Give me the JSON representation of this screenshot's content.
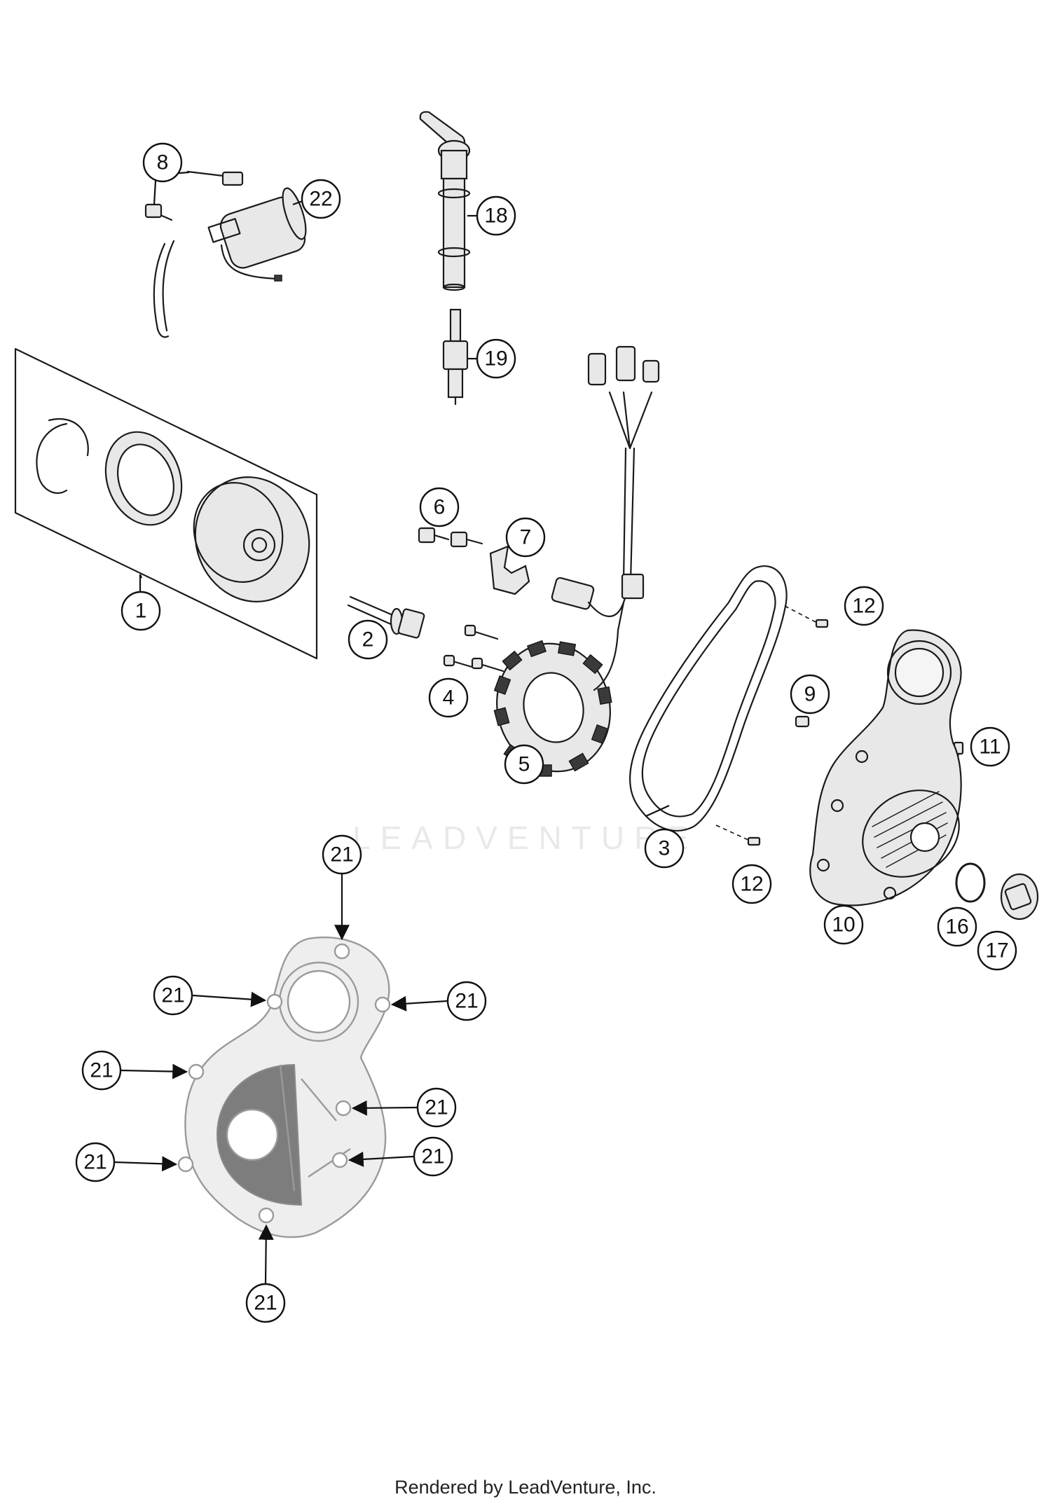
{
  "watermark": "LEADVENTURE",
  "footer": "Rendered by LeadVenture, Inc.",
  "colors": {
    "line": "#1a1a1a",
    "ghost": "#9a9a9a",
    "background": "#ffffff"
  },
  "callouts": [
    {
      "id": "c1",
      "label": "1"
    },
    {
      "id": "c2",
      "label": "2"
    },
    {
      "id": "c3",
      "label": "3"
    },
    {
      "id": "c4",
      "label": "4"
    },
    {
      "id": "c5",
      "label": "5"
    },
    {
      "id": "c6",
      "label": "6"
    },
    {
      "id": "c7",
      "label": "7"
    },
    {
      "id": "c8",
      "label": "8"
    },
    {
      "id": "c9",
      "label": "9"
    },
    {
      "id": "c10",
      "label": "10"
    },
    {
      "id": "c11",
      "label": "11"
    },
    {
      "id": "c12a",
      "label": "12"
    },
    {
      "id": "c12b",
      "label": "12"
    },
    {
      "id": "c16",
      "label": "16"
    },
    {
      "id": "c17",
      "label": "17"
    },
    {
      "id": "c18",
      "label": "18"
    },
    {
      "id": "c19",
      "label": "19"
    },
    {
      "id": "c21a",
      "label": "21"
    },
    {
      "id": "c21b",
      "label": "21"
    },
    {
      "id": "c21c",
      "label": "21"
    },
    {
      "id": "c21d",
      "label": "21"
    },
    {
      "id": "c21e",
      "label": "21"
    },
    {
      "id": "c21f",
      "label": "21"
    },
    {
      "id": "c21g",
      "label": "21"
    },
    {
      "id": "c21h",
      "label": "21"
    },
    {
      "id": "c22",
      "label": "22"
    }
  ]
}
